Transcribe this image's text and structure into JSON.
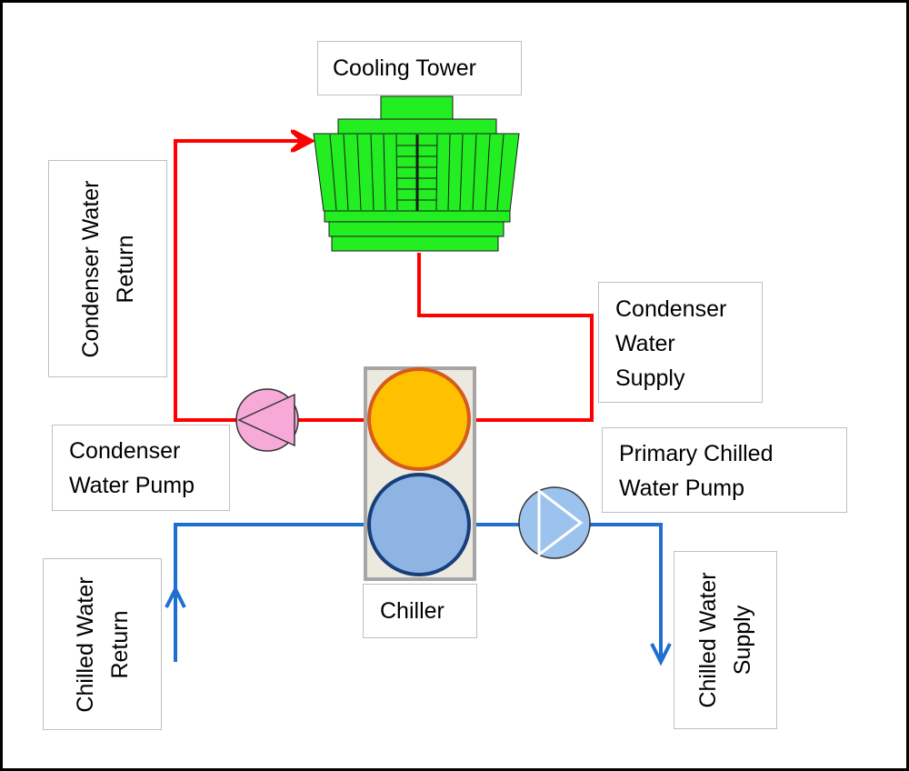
{
  "labels": {
    "cooling_tower": "Cooling Tower",
    "condenser_water_return": [
      "Condenser Water",
      "Return"
    ],
    "condenser_water_supply": [
      "Condenser",
      "Water",
      "Supply"
    ],
    "condenser_water_pump": [
      "Condenser",
      "Water Pump"
    ],
    "primary_chilled_water_pump": [
      "Primary Chilled",
      "Water Pump"
    ],
    "chiller": "Chiller",
    "chilled_water_return": [
      "Chilled Water",
      "Return"
    ],
    "chilled_water_supply": [
      "Chilled Water",
      "Supply"
    ]
  },
  "colors": {
    "condenser_loop": "#ff0000",
    "chilled_loop": "#1f6fd1",
    "cooling_tower": "#22ee22",
    "condenser_pump": "#f7a9d8",
    "chilled_pump": "#9cc3ee",
    "condenser_vessel": "#ffc000",
    "evaporator_vessel": "#8eb4e3",
    "chiller_housing": "#ece9df"
  },
  "icons": {
    "condenser_pump": "pump-triangle-left-icon",
    "chilled_pump": "pump-triangle-right-icon"
  }
}
